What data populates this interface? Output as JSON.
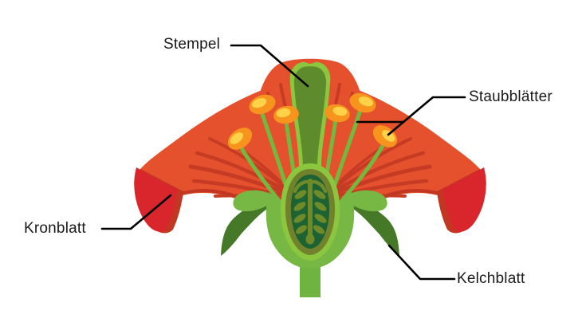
{
  "diagram": {
    "type": "flower-cross-section",
    "language": "de",
    "labels": {
      "pistil": "Stempel",
      "stamens": "Staubblätter",
      "petal": "Kronblatt",
      "sepal": "Kelchblatt"
    },
    "palette": {
      "petal": "#E4512C",
      "petal_streak": "#C63B24",
      "petal_tip": "#D8262C",
      "petal_fold": "#C23722",
      "anther": "#F7941E",
      "anther_highlight": "#FFD24A",
      "filament": "#74B83E",
      "pistil_outline": "#8CC63E",
      "pistil_fill": "#5E8B2B",
      "ovary_wall": "#72812C",
      "ovary_interior": "#1D6233",
      "ovule": "#6F8A28",
      "sepal": "#467927",
      "receptacle": "#76B843",
      "stem": "#6FB440",
      "leader_line": "#000000",
      "label_text": "#1A1A1A",
      "bg": "#FFFFFF"
    }
  }
}
